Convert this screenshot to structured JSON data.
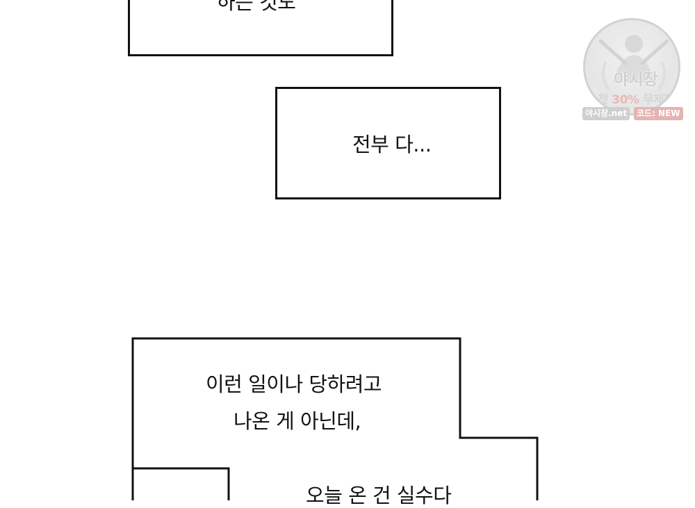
{
  "captions": {
    "top_partial": "하는 것도",
    "middle": "전부 다...",
    "bottom_line1": "이런 일이나 당하려고",
    "bottom_line2": "나온 게 아닌데,",
    "bottom_partial": "오늘 온 건 실수다"
  },
  "watermark": {
    "brand": "야시장",
    "promo_prefix": "첫",
    "promo_percent": "30%",
    "promo_suffix": "무제한",
    "site": "야시장.net",
    "code": "코드: NEW",
    "colors": {
      "gray": "#cfcfcf",
      "pink": "#e6b3b3"
    }
  }
}
